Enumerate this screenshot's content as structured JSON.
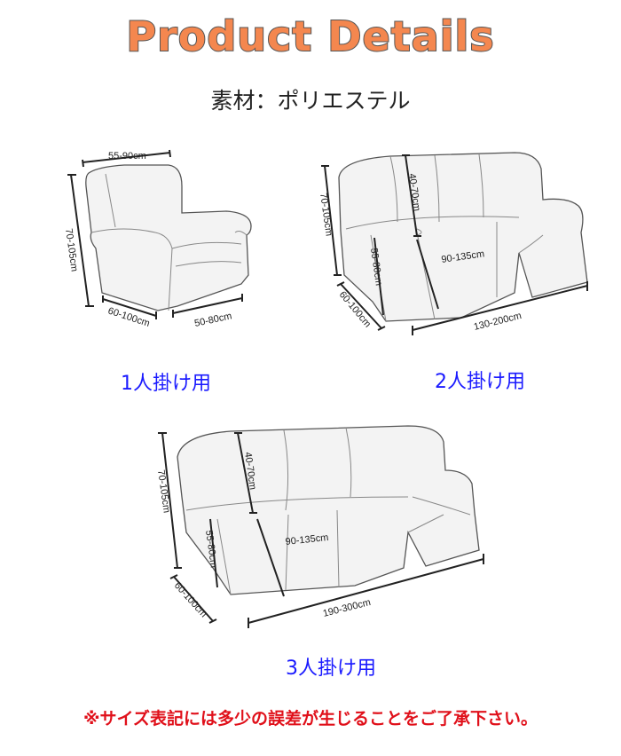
{
  "header": {
    "title": "Product Details",
    "material": "素材：ポリエステル"
  },
  "products": [
    {
      "label": "1人掛け用",
      "dims": {
        "width": "55-90cm",
        "height": "70-105cm",
        "depth": "60-100cm",
        "seat": "50-80cm"
      }
    },
    {
      "label": "2人掛け用",
      "dims": {
        "back": "40-70cm",
        "height": "70-105cm",
        "arm": "55-80cm",
        "depth": "60-100cm",
        "seat_depth": "90-135cm",
        "width": "130-200cm"
      }
    },
    {
      "label": "3人掛け用",
      "dims": {
        "back": "40-70cm",
        "height": "70-105cm",
        "arm": "55-80cm",
        "depth": "60-100cm",
        "seat_depth": "90-135cm",
        "width": "190-300cm"
      }
    }
  ],
  "note": "※サイズ表記には多少の誤差が生じることをご了承下さい。"
}
